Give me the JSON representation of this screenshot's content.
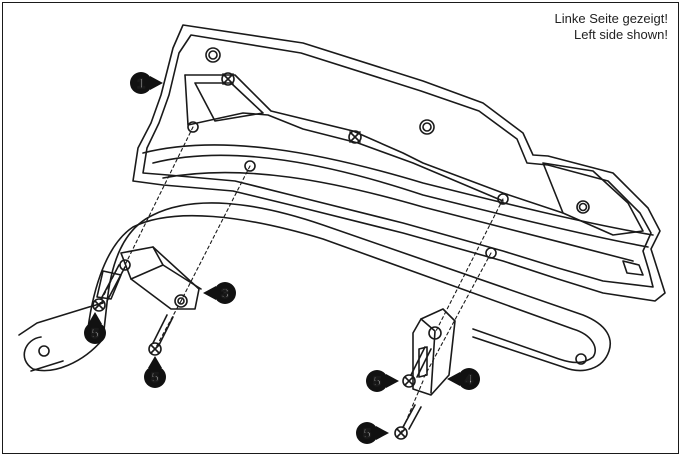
{
  "note": {
    "line_de": "Linke Seite gezeigt!",
    "line_en": "Left side shown!"
  },
  "callouts": [
    {
      "id": "c1",
      "label": "1",
      "pointer": "right"
    },
    {
      "id": "c3",
      "label": "3",
      "pointer": "left"
    },
    {
      "id": "c4",
      "label": "4",
      "pointer": "left"
    },
    {
      "id": "c5a",
      "label": "5",
      "pointer": "up"
    },
    {
      "id": "c5b",
      "label": "5",
      "pointer": "up"
    },
    {
      "id": "c5c",
      "label": "5",
      "pointer": "right"
    },
    {
      "id": "c5d",
      "label": "5",
      "pointer": "right"
    }
  ],
  "colors": {
    "line": "#1a1a1a",
    "callout_fill": "#111111",
    "background": "#ffffff"
  }
}
